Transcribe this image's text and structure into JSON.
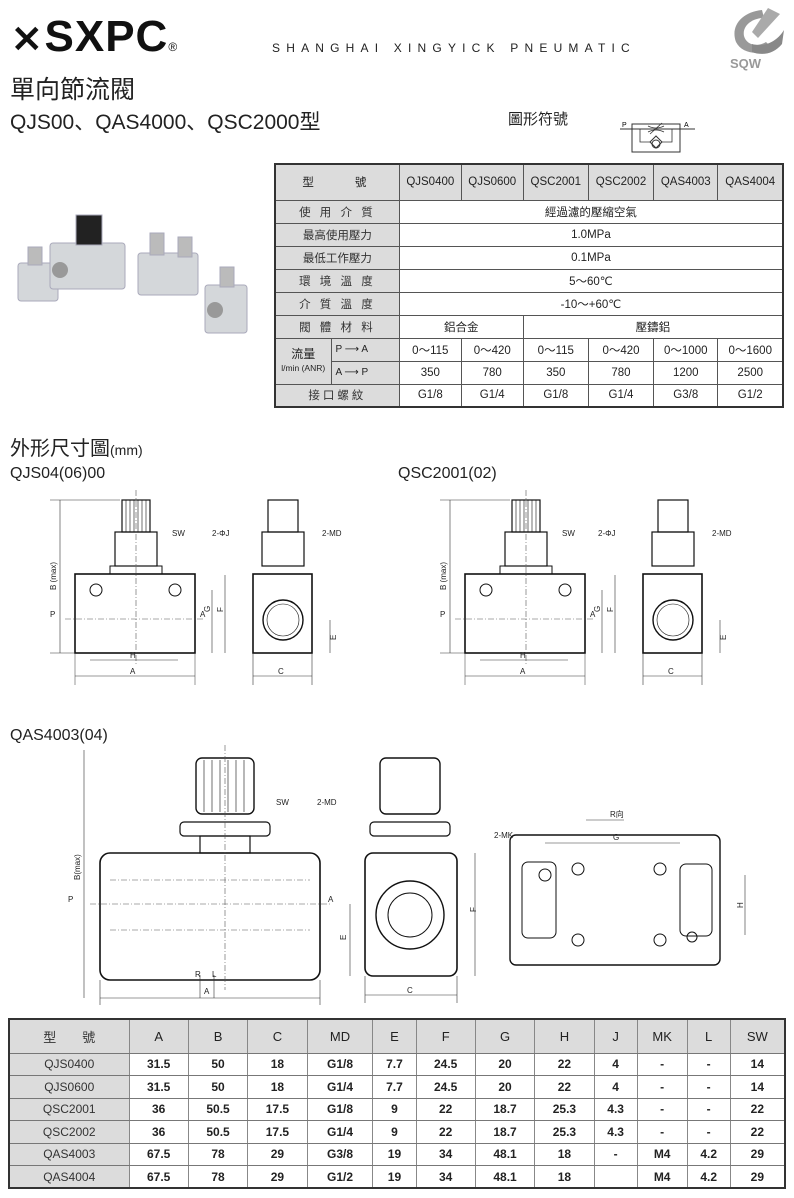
{
  "header": {
    "brand": "SXPC",
    "registered": "®",
    "tagline": "SHANGHAI XINGYICK PNEUMATIC",
    "sqw_logo": "SQW"
  },
  "title": "單向節流閥",
  "subtitle": "QJS00、QAS4000、QSC2000型",
  "symbol": {
    "label": "圖形符號",
    "port_p": "P",
    "port_a": "A"
  },
  "spec_table": {
    "header_label": "型　　號",
    "models": [
      "QJS0400",
      "QJS0600",
      "QSC2001",
      "QSC2002",
      "QAS4003",
      "QAS4004"
    ],
    "medium": {
      "label": "使 用 介 質",
      "value": "經過濾的壓縮空氣"
    },
    "max_pressure": {
      "label": "最高使用壓力",
      "value": "1.0MPa"
    },
    "min_pressure": {
      "label": "最低工作壓力",
      "value": "0.1MPa"
    },
    "ambient_temp": {
      "label": "環 境 溫 度",
      "value": "5～60℃"
    },
    "medium_temp": {
      "label": "介 質 溫 度",
      "value": "-10～+60℃"
    },
    "material": {
      "label": "閥 體 材 料",
      "values": [
        "鋁合金",
        "壓鑄鋁"
      ]
    },
    "flow": {
      "label": "流量",
      "unit": "l/min (ANR)",
      "pa_label": "P ⟶ A",
      "ap_label": "A ⟶ P",
      "pa": [
        "0～115",
        "0～420",
        "0～115",
        "0～420",
        "0～1000",
        "0～1600"
      ],
      "ap": [
        "350",
        "780",
        "350",
        "780",
        "1200",
        "2500"
      ]
    },
    "thread": {
      "label": "接口螺紋",
      "values": [
        "G1/8",
        "G1/4",
        "G1/8",
        "G1/4",
        "G3/8",
        "G1/2"
      ]
    }
  },
  "section": {
    "title": "外形尺寸圖",
    "unit": "(mm)",
    "model1": "QJS04(06)00",
    "model2": "QSC2001(02)",
    "model3": "QAS4003(04)"
  },
  "labels": {
    "sw": "SW",
    "j": "2-ΦJ",
    "md": "2-MD",
    "mk": "2-MK",
    "b": "B (max)",
    "b2": "B(max)",
    "p": "P",
    "a": "A",
    "g": "G",
    "f": "F",
    "h": "H",
    "e": "E",
    "c": "C",
    "r": "R",
    "l": "L",
    "rview": "R向"
  },
  "dim_table": {
    "headers": [
      "型　　號",
      "A",
      "B",
      "C",
      "MD",
      "E",
      "F",
      "G",
      "H",
      "J",
      "MK",
      "L",
      "SW"
    ],
    "rows": [
      [
        "QJS0400",
        "31.5",
        "50",
        "18",
        "G1/8",
        "7.7",
        "24.5",
        "20",
        "22",
        "4",
        "-",
        "-",
        "14"
      ],
      [
        "QJS0600",
        "31.5",
        "50",
        "18",
        "G1/4",
        "7.7",
        "24.5",
        "20",
        "22",
        "4",
        "-",
        "-",
        "14"
      ],
      [
        "QSC2001",
        "36",
        "50.5",
        "17.5",
        "G1/8",
        "9",
        "22",
        "18.7",
        "25.3",
        "4.3",
        "-",
        "-",
        "22"
      ],
      [
        "QSC2002",
        "36",
        "50.5",
        "17.5",
        "G1/4",
        "9",
        "22",
        "18.7",
        "25.3",
        "4.3",
        "-",
        "-",
        "22"
      ],
      [
        "QAS4003",
        "67.5",
        "78",
        "29",
        "G3/8",
        "19",
        "34",
        "48.1",
        "18",
        "-",
        "M4",
        "4.2",
        "29"
      ],
      [
        "QAS4004",
        "67.5",
        "78",
        "29",
        "G1/2",
        "19",
        "34",
        "48.1",
        "18",
        "",
        "M4",
        "4.2",
        "29"
      ]
    ]
  }
}
